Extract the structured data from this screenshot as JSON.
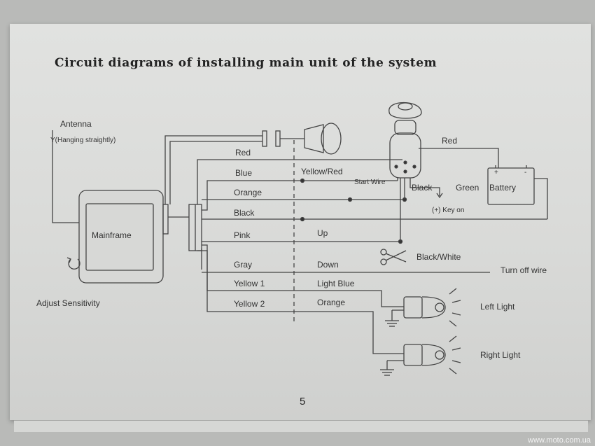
{
  "title": "Circuit diagrams of installing main unit of the system",
  "page_number": "5",
  "watermark": "www.moto.com.ua",
  "labels": {
    "antenna": "Antenna",
    "antenna_note": "Y(Hanging straightly)",
    "mainframe": "Mainframe",
    "adjust_sensitivity": "Adjust Sensitivity",
    "battery": "Battery",
    "battery_plus": "+",
    "battery_minus": "-",
    "key_on": "(+) Key on",
    "start_wire": "Start Wire",
    "turn_off_wire": "Turn off wire",
    "left_light": "Left Light",
    "right_light": "Right Light"
  },
  "wires_left": {
    "red": "Red",
    "blue": "Blue",
    "orange": "Orange",
    "black": "Black",
    "pink": "Pink",
    "gray": "Gray",
    "yellow1": "Yellow 1",
    "yellow2": "Yellow 2"
  },
  "wires_right": {
    "yellow_red": "Yellow/Red",
    "up": "Up",
    "down": "Down",
    "light_blue": "Light Blue",
    "orange": "Orange"
  },
  "switch_wires": {
    "red": "Red",
    "black": "Black",
    "green": "Green",
    "black_white": "Black/White"
  },
  "colors": {
    "ink": "#333333",
    "paper": "#dcdddb"
  }
}
